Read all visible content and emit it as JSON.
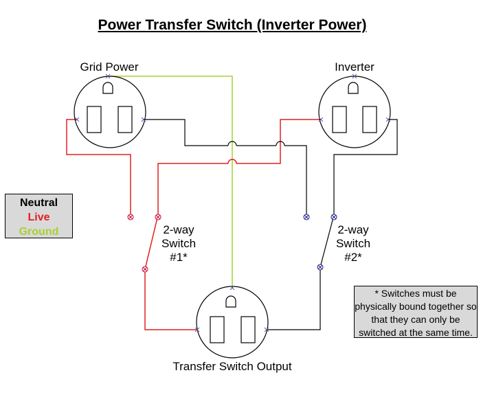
{
  "title": "Power Transfer Switch (Inverter Power)",
  "labels": {
    "grid_power": "Grid Power",
    "inverter": "Inverter",
    "switch1": "2-way\nSwitch\n#1*",
    "switch2": "2-way\nSwitch\n#2*",
    "output": "Transfer Switch Output"
  },
  "legend": {
    "neutral": "Neutral",
    "live": "Live",
    "ground": "Ground"
  },
  "note": "* Switches must be physically bound together so that they can only be switched at the same time.",
  "colors": {
    "neutral": "#000000",
    "live": "#e02020",
    "ground": "#a8d030",
    "live_terminal": "#cc0033",
    "neutral_terminal": "#1a1a80",
    "legend_bg": "#d9d9d9"
  }
}
